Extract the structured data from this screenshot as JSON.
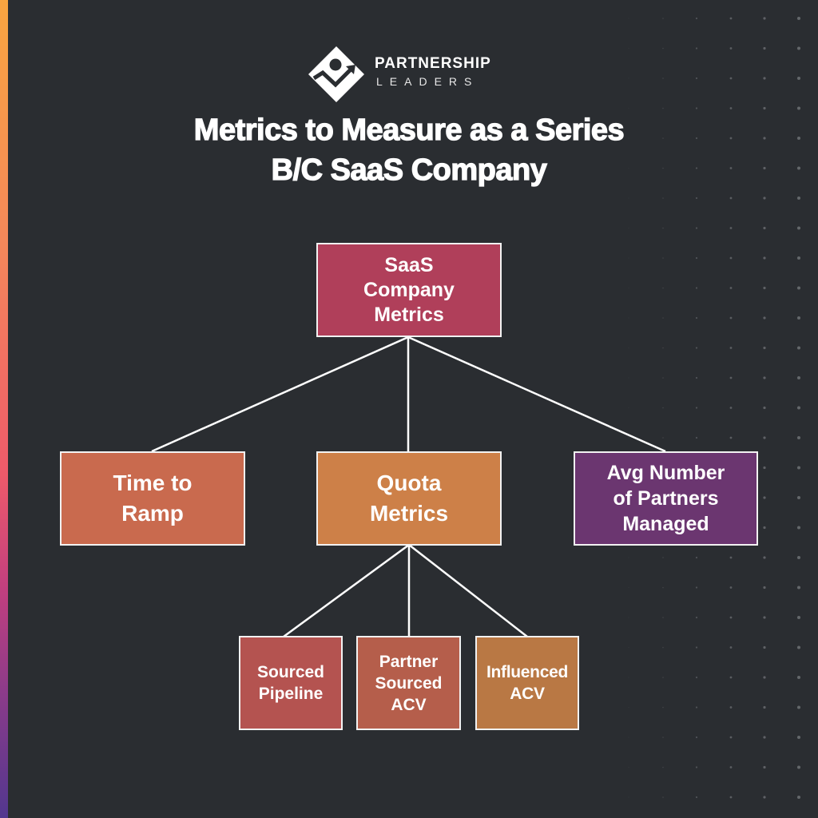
{
  "brand": {
    "name_line1": "PARTNERSHIP",
    "name_line2": "LEADERS",
    "logo_icon": "diamond-growth-arrow-icon"
  },
  "title": {
    "line1": "Metrics to Measure as a Series",
    "line2": "B/C SaaS Company"
  },
  "colors": {
    "background": "#2a2d31",
    "stripe_gradient": [
      "#f9a540",
      "#ee5a6a",
      "#52378f"
    ],
    "connector": "#ffffff",
    "node_border": "#f2f2f2"
  },
  "tree": {
    "root": {
      "id": "saas-company-metrics",
      "label": "SaaS\nCompany\nMetrics",
      "color": "#b03f5a"
    },
    "level1": [
      {
        "id": "time-to-ramp",
        "label": "Time to\nRamp",
        "color": "#c96a4e",
        "parent": "saas-company-metrics"
      },
      {
        "id": "quota-metrics",
        "label": "Quota\nMetrics",
        "color": "#cd8048",
        "parent": "saas-company-metrics"
      },
      {
        "id": "avg-partners-managed",
        "label": "Avg Number\nof Partners\nManaged",
        "color": "#6b3670",
        "parent": "saas-company-metrics"
      }
    ],
    "level2": [
      {
        "id": "sourced-pipeline",
        "label": "Sourced\nPipeline",
        "color": "#b45350",
        "parent": "quota-metrics"
      },
      {
        "id": "partner-sourced-acv",
        "label": "Partner\nSourced\nACV",
        "color": "#b55e4b",
        "parent": "quota-metrics"
      },
      {
        "id": "influenced-acv",
        "label": "Influenced\nACV",
        "color": "#b97844",
        "parent": "quota-metrics"
      }
    ]
  }
}
